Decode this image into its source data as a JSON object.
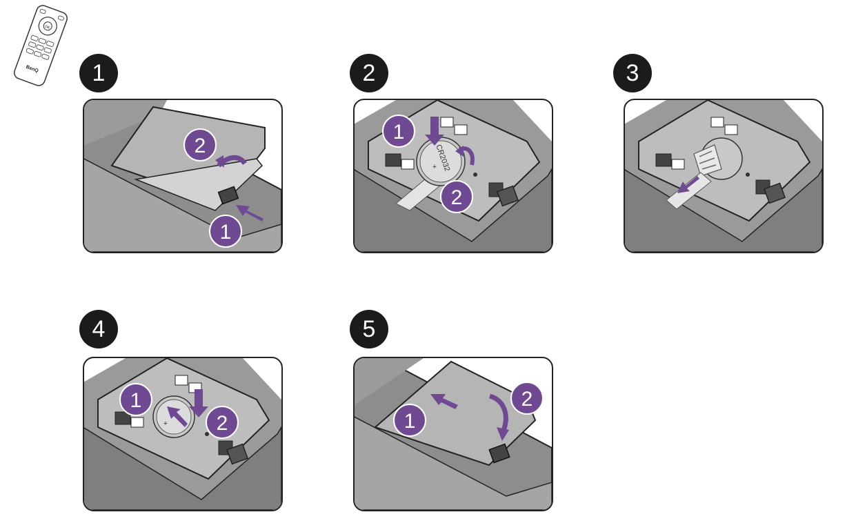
{
  "remote": {
    "brand": "BenQ",
    "ok_label": "OK"
  },
  "steps": [
    {
      "number": "1",
      "callouts": [
        "1",
        "2"
      ]
    },
    {
      "number": "2",
      "callouts": [
        "1",
        "2"
      ],
      "battery_label": "CR2032",
      "battery_sign": "+"
    },
    {
      "number": "3",
      "callouts": []
    },
    {
      "number": "4",
      "callouts": [
        "1",
        "2"
      ],
      "battery_sign": "+"
    },
    {
      "number": "5",
      "callouts": [
        "1",
        "2"
      ]
    }
  ],
  "colors": {
    "callout": "#6f4a93",
    "arrow": "#6f4a93",
    "badge": "#1b1b1b",
    "body_gray": "#9a9a9a",
    "cover_gray": "#b9b9b9"
  }
}
